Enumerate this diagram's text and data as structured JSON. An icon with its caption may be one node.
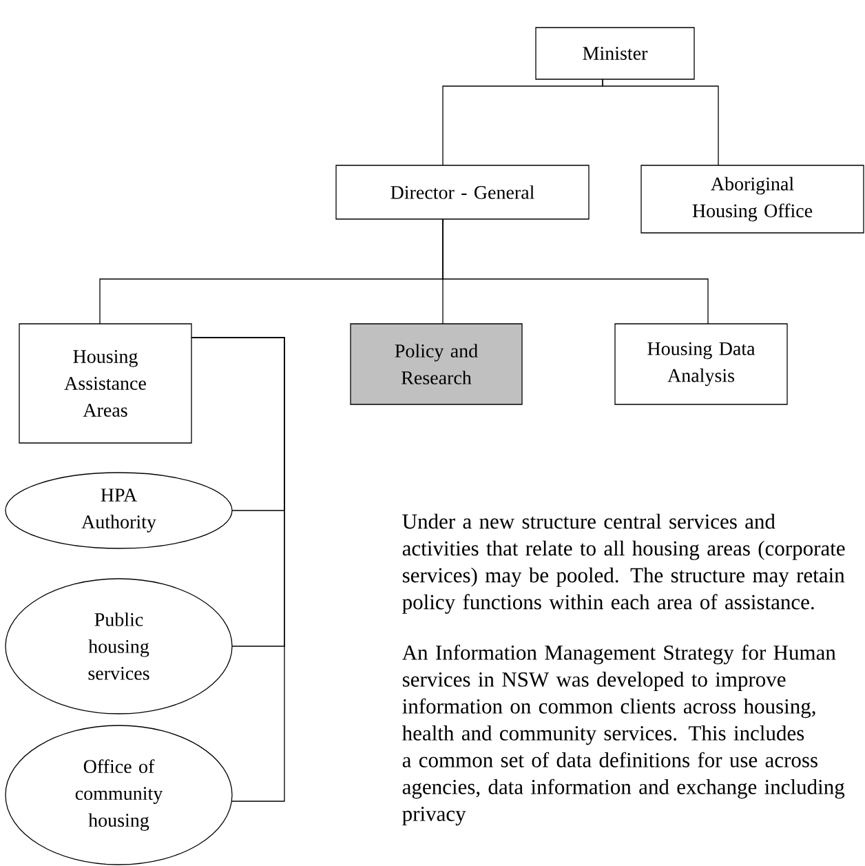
{
  "diagram": {
    "nodes": [
      {
        "text": [
          "Minister"
        ]
      },
      {
        "text": [
          "Director - General"
        ]
      },
      {
        "text": [
          "Aboriginal Housing Office"
        ]
      },
      {
        "text": [
          "Housing Assistance Areas"
        ]
      },
      {
        "text": [
          "Policy and Research"
        ]
      },
      {
        "text": [
          "Housing Data Analysis"
        ]
      },
      {
        "text": [
          "HPA Authority"
        ]
      },
      {
        "text": [
          "Public housing services"
        ]
      },
      {
        "text": [
          "Office of community housing"
        ]
      }
    ],
    "edges": [
      {
        "from": 0,
        "to": 1,
        "arrow": "none"
      },
      {
        "from": 0,
        "to": 2,
        "arrow": "none"
      },
      {
        "from": 1,
        "to": 3,
        "arrow": "none"
      },
      {
        "from": 1,
        "to": 4,
        "arrow": "none"
      },
      {
        "from": 1,
        "to": 5,
        "arrow": "none"
      },
      {
        "from": 3,
        "to": 6,
        "arrow": "none"
      },
      {
        "from": 3,
        "to": 7,
        "arrow": "none"
      },
      {
        "from": 3,
        "to": 8,
        "arrow": "none"
      }
    ],
    "labels": [
      "Under a new structure central services and activities that relate to all housing areas (corporate services) may be pooled. The structure may retain policy functions within each area of assistance.",
      "An Information Management Strategy for Human services in NSW was developed to improve information on common clients across housing, health and community services. This includes a common set of data definitions for use across agencies, data information and exchange including privacy"
    ]
  }
}
